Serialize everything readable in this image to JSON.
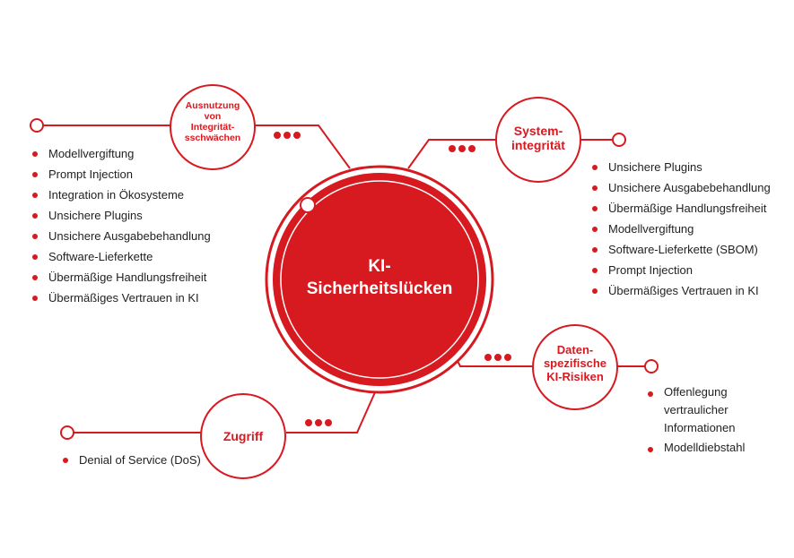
{
  "colors": {
    "accent": "#d71920",
    "background": "#ffffff"
  },
  "center": {
    "title": "KI-\nSicherheitslücken"
  },
  "nodes": {
    "ausnutzung": {
      "title": "Ausnutzung\nvon\nIntegrität-\nsschwächen",
      "items": [
        "Modellvergiftung",
        "Prompt Injection",
        "Integration in Ökosysteme",
        "Unsichere Plugins",
        "Unsichere Ausgabebehandlung",
        "Software-Lieferkette",
        "Übermäßige Handlungsfreiheit",
        "Übermäßiges Vertrauen in KI"
      ]
    },
    "systemintegritaet": {
      "title": "System-\nintegrität",
      "items": [
        "Unsichere Plugins",
        "Unsichere Ausgabebehandlung",
        "Übermäßige Handlungsfreiheit",
        "Modellvergiftung",
        "Software-Lieferkette (SBOM)",
        "Prompt Injection",
        "Übermäßiges Vertrauen in KI"
      ]
    },
    "daten": {
      "title": "Daten-\nspezifische\nKI-Risiken",
      "items": [
        "Offenlegung\nvertraulicher\nInformationen",
        "Modelldiebstahl"
      ]
    },
    "zugriff": {
      "title": "Zugriff",
      "items": [
        "Denial of Service (DoS)"
      ]
    }
  }
}
